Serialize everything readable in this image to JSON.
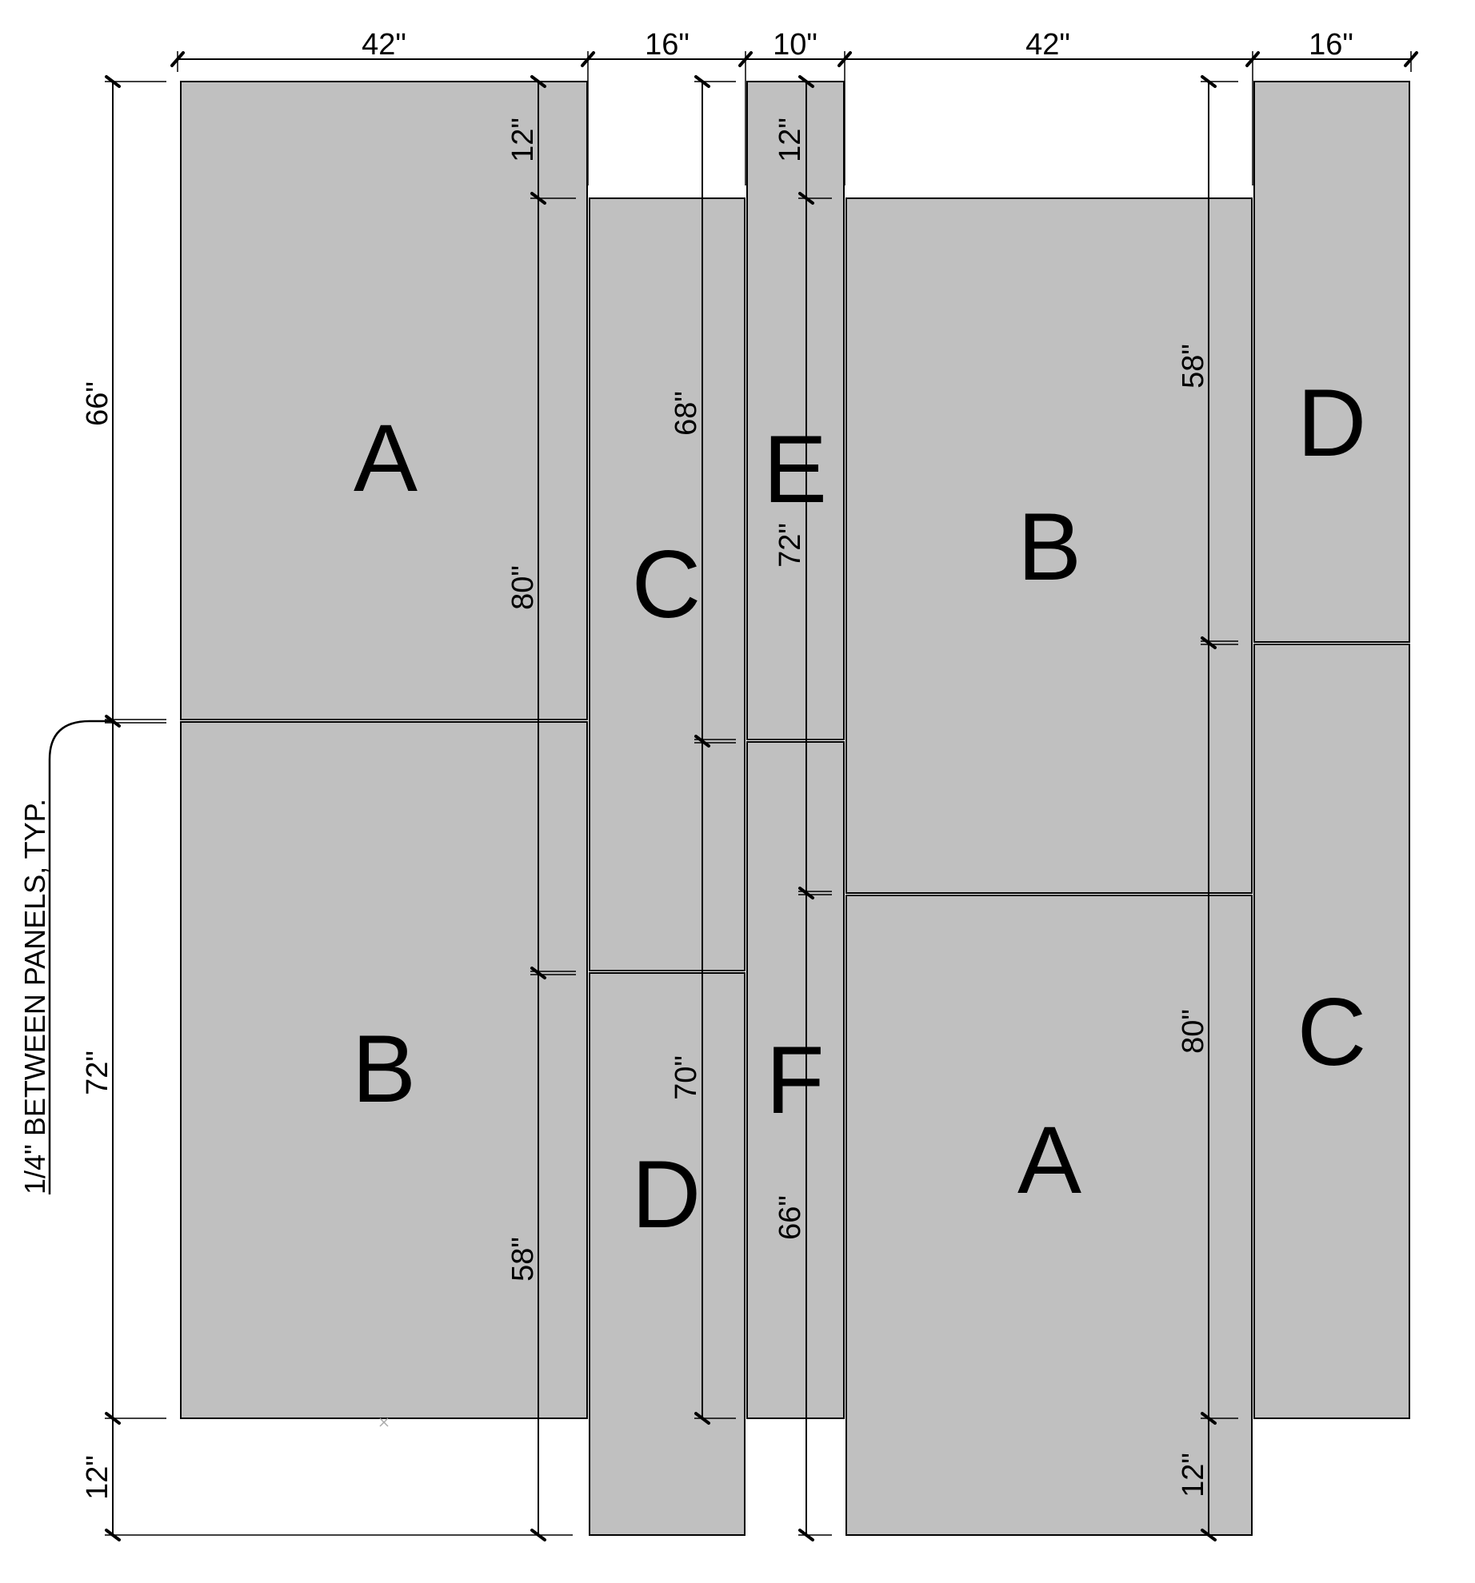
{
  "panels": [
    {
      "id": "left-A",
      "letter": "A"
    },
    {
      "id": "left-B",
      "letter": "B"
    },
    {
      "id": "left-C",
      "letter": "C"
    },
    {
      "id": "left-D",
      "letter": "D"
    },
    {
      "id": "mid-E",
      "letter": "E"
    },
    {
      "id": "mid-F",
      "letter": "F"
    },
    {
      "id": "right-B",
      "letter": "B"
    },
    {
      "id": "right-A",
      "letter": "A"
    },
    {
      "id": "right-D",
      "letter": "D"
    },
    {
      "id": "right-C",
      "letter": "C"
    }
  ],
  "dimensions": {
    "top_widths": [
      "42\"",
      "16\"",
      "10\"",
      "42\"",
      "16\""
    ],
    "left_column": {
      "upper": "66\"",
      "lower": "72\"",
      "bottom": "12\""
    },
    "column_A_B": {
      "offset": "12\"",
      "a_height": "80\"",
      "b_height": "58\""
    },
    "column_C_D": {
      "c_height": "68\"",
      "d_height": "70\""
    },
    "column_E_F": {
      "offset": "12\"",
      "e_height": "72\"",
      "f_height": "66\""
    },
    "column_right_B_A": {
      "b_height": "58\"",
      "a_height": "80\"",
      "bottom": "12\""
    }
  },
  "note": "1/4\" BETWEEN PANELS, TYP.",
  "colors": {
    "panel_fill": "#c0c0c0",
    "line": "#000000"
  }
}
